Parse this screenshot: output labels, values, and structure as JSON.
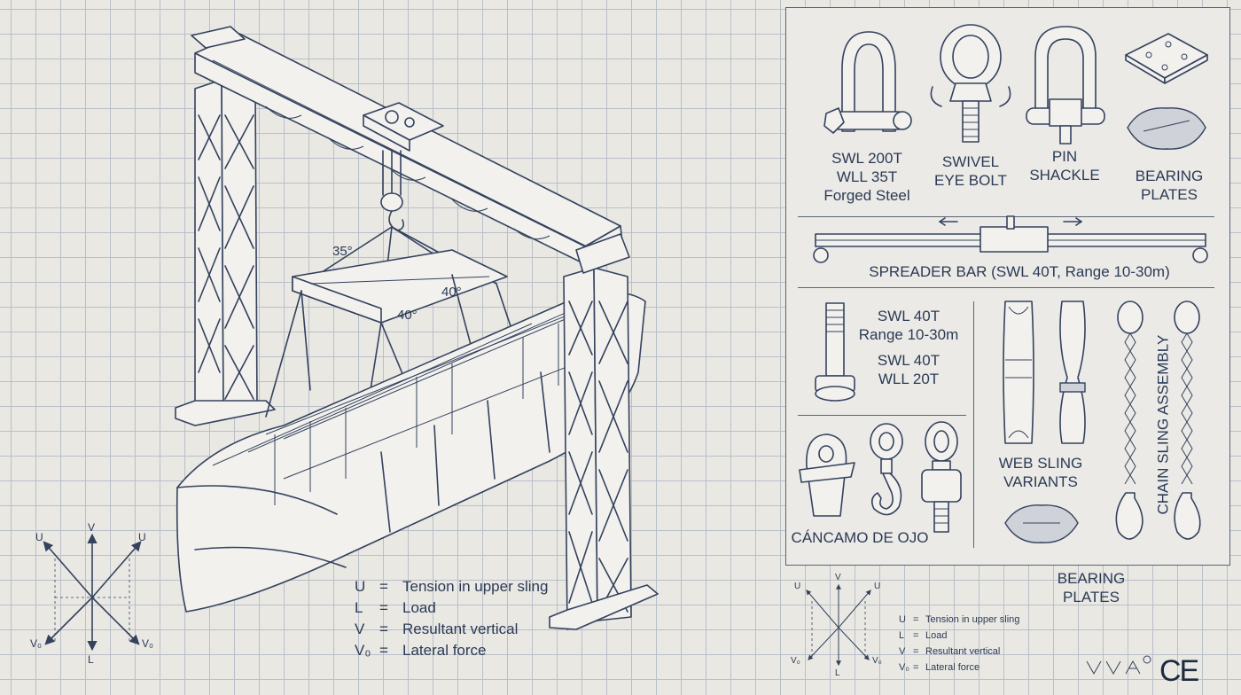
{
  "components": {
    "forged_shackle": {
      "line1": "SWL 200T",
      "line2": "WLL 35T",
      "line3": "Forged Steel"
    },
    "swivel_eye_bolt": {
      "line1": "SWIVEL",
      "line2": "EYE BOLT"
    },
    "pin_shackle": {
      "line1": "PIN",
      "line2": "SHACKLE"
    },
    "bearing_plates": {
      "line1": "BEARING",
      "line2": "PLATES"
    },
    "spreader_bar": {
      "label": "SPREADER BAR (SWL 40T, Range 10-30m)"
    },
    "bolt": {
      "line1": "SWL 40T",
      "line2": "Range 10-30m",
      "line3": "SWL 40T",
      "line4": "WLL 20T"
    },
    "web_sling": {
      "line1": "WEB SLING",
      "line2": "VARIANTS"
    },
    "chain_sling": {
      "label": "CHAIN SLING ASSEMBLY"
    },
    "cancamo": {
      "label": "CÁNCAMO DE OJO"
    },
    "bearing_plates_bottom": {
      "line1": "BEARING",
      "line2": "PLATES"
    }
  },
  "angles": {
    "a1": "35°",
    "a2": "40°",
    "a3": "40°"
  },
  "vector_labels": {
    "u": "U",
    "v": "V",
    "l": "L",
    "vo": "V₀"
  },
  "legend": [
    {
      "key": "U",
      "eq": "=",
      "text": "Tension in upper sling"
    },
    {
      "key": "L",
      "eq": "=",
      "text": "Load"
    },
    {
      "key": "V",
      "eq": "=",
      "text": "Resultant vertical"
    },
    {
      "key": "V₀",
      "eq": "=",
      "text": "Lateral force"
    }
  ],
  "marks": {
    "ce": "CE"
  },
  "colors": {
    "ink": "#2b3a55",
    "paper": "#e9e8e3",
    "grid": "#b9bfca"
  }
}
